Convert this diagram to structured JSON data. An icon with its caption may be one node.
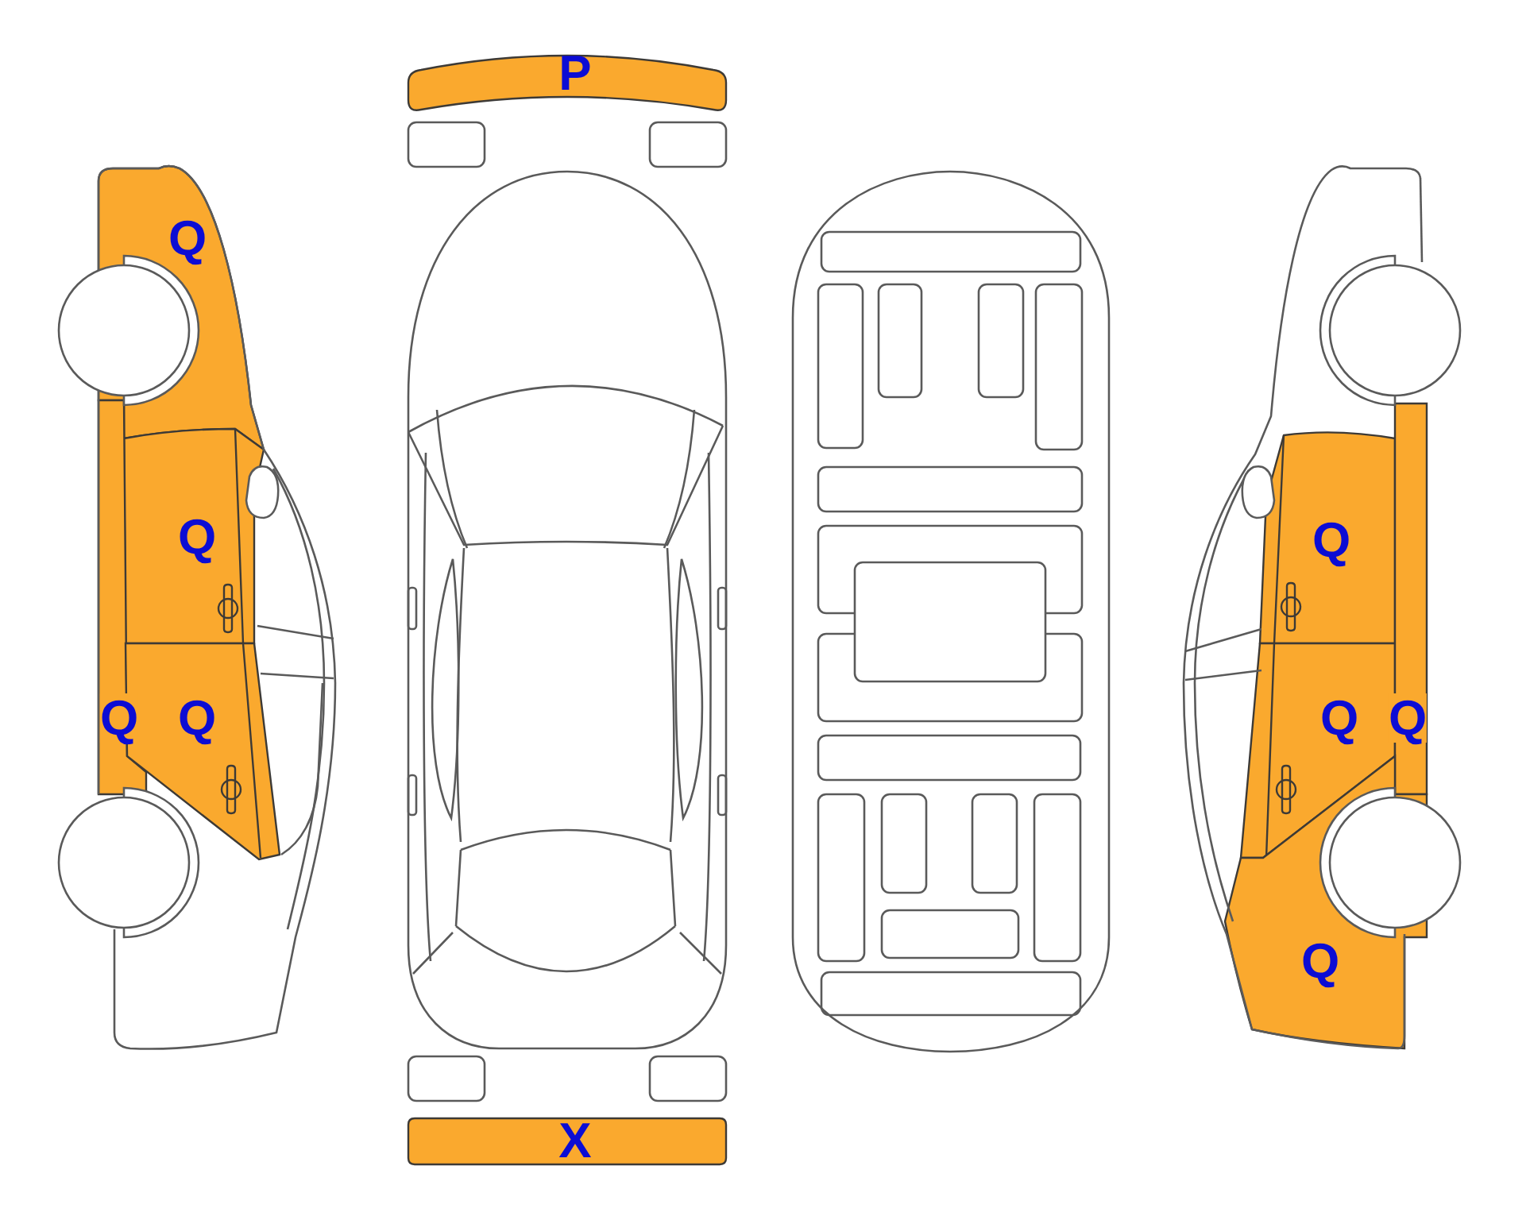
{
  "diagram": {
    "nodes": [
      {
        "text": [
          "P"
        ]
      },
      {
        "text": [
          "Q"
        ]
      },
      {
        "text": [
          "Q"
        ]
      },
      {
        "text": [
          "Q"
        ]
      },
      {
        "text": [
          "Q"
        ]
      },
      {
        "text": [
          "Q"
        ]
      },
      {
        "text": [
          "Q"
        ]
      },
      {
        "text": [
          "Q"
        ]
      },
      {
        "text": [
          "Q"
        ]
      },
      {
        "text": [
          "X"
        ]
      }
    ]
  }
}
